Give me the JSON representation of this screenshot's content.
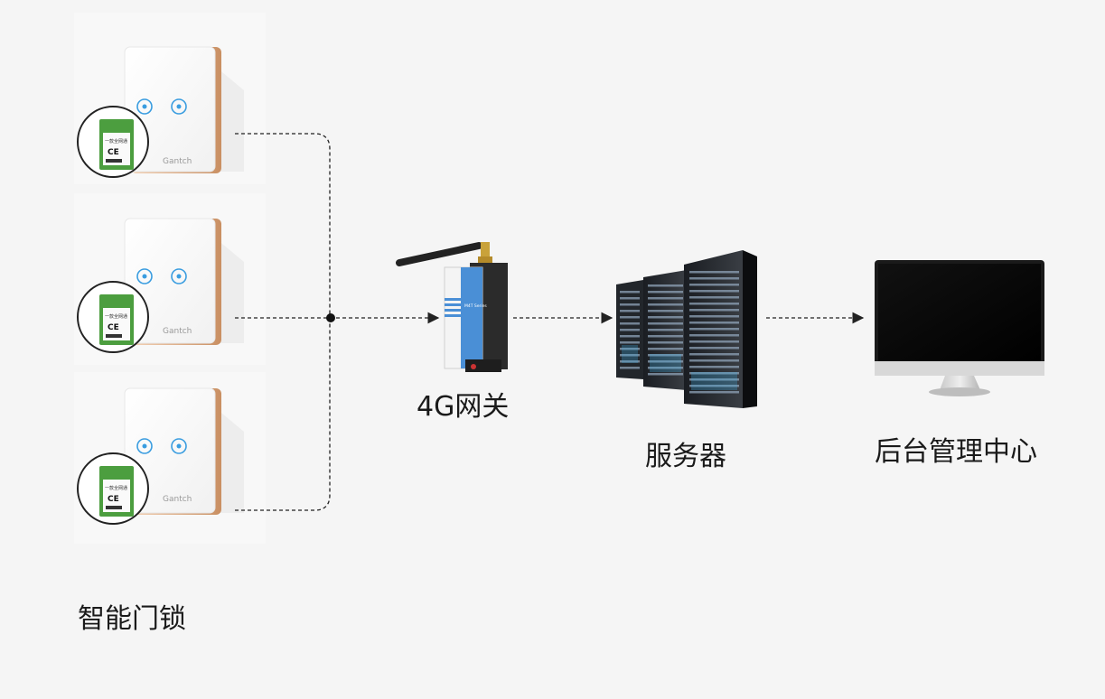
{
  "labels": {
    "switches": "智能门锁",
    "gateway": "4G网关",
    "server": "服务器",
    "monitor": "后台管理中心"
  },
  "switch_panels": [
    {
      "brand": "Gantch",
      "module_text": "一款全网通",
      "ce": "CE"
    },
    {
      "brand": "Gantch",
      "module_text": "一款全网通",
      "ce": "CE"
    },
    {
      "brand": "Gantch",
      "module_text": "一款全网通",
      "ce": "CE"
    }
  ],
  "gateway_device": {
    "model_text": "M4T Series"
  },
  "colors": {
    "background": "#f5f5f5",
    "connector": "#222222",
    "panel_gold": "#d9a77e",
    "touch_blue": "#3a9de0",
    "gateway_blue": "#4a8fd6"
  }
}
